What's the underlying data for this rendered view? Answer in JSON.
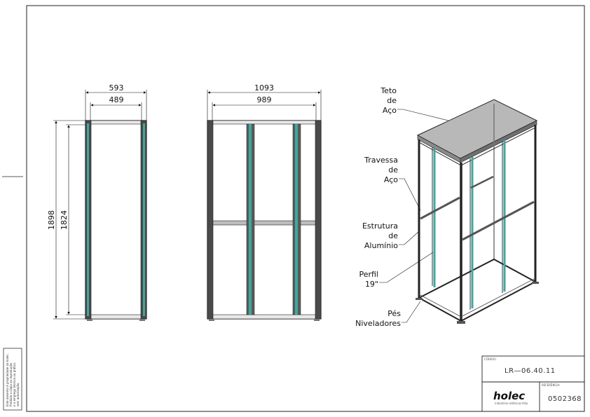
{
  "dimensions": {
    "side_outer_width": "593",
    "side_inner_width": "489",
    "front_outer_width": "1093",
    "front_inner_width": "989",
    "outer_height": "1898",
    "inner_height": "1824"
  },
  "labels": {
    "top": [
      "Teto",
      "de",
      "Aço"
    ],
    "crossbar": [
      "Travessa",
      "de",
      "Aço"
    ],
    "frame": [
      "Estrutura",
      "de",
      "Alumínio"
    ],
    "profile": [
      "Perfil",
      "19\""
    ],
    "feet": [
      "Pés",
      "Niveladores"
    ]
  },
  "title_block": {
    "code_caption": "CÓDIGO:",
    "code": "LR—06.40.11",
    "reference_caption": "REFERÊNCIA:",
    "reference": "0502368",
    "company_logo": "holec",
    "company_tagline": "indústrias elétricas ltda."
  },
  "side_note": [
    "Este desenho é propriedade da holec.",
    "Proibida a cópia ou reprodução",
    "e o emprego técnico ou prático",
    "sem autorização."
  ],
  "colors": {
    "line": "#222222",
    "accent": "#3fa7a0",
    "paper": "#ffffff"
  }
}
